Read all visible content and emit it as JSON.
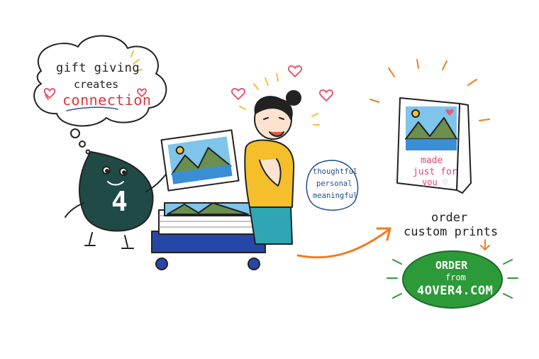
{
  "thought_cloud": {
    "line1": "gift giving",
    "line2": "creates",
    "line3": "connection"
  },
  "speech_bubble": {
    "line1": "thoughtful",
    "line2": "personal",
    "line3": "meaningful"
  },
  "card": {
    "line1": "made",
    "line2": "just for",
    "line3": "you ♡"
  },
  "order_prompt": {
    "line1": "order",
    "line2": "custom prints"
  },
  "order_button": {
    "line1": "ORDER",
    "line2": "from",
    "line3": "4OVER4.COM"
  },
  "mascot": {
    "label": "4"
  },
  "colors": {
    "mascot": "#1f4a45",
    "heart": "#e35b74",
    "accent_orange": "#ef7d22",
    "button_green": "#2d9a3a",
    "shirt_yellow": "#f4bf2a",
    "pants_teal": "#2ea6b4",
    "cart_blue": "#2747a8"
  },
  "icons": [
    "heart-icon",
    "sparkle-icon",
    "arrow-icon",
    "landscape-photo-icon"
  ]
}
